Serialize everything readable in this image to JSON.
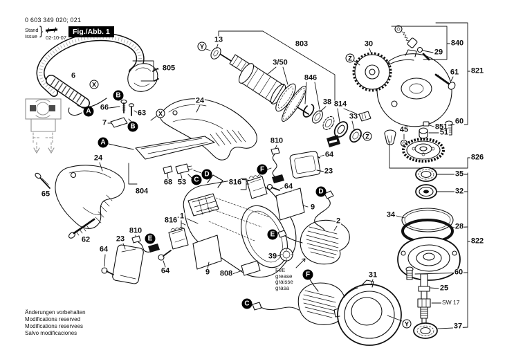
{
  "header": {
    "part_number": "0 603 349 020; 021",
    "stand": "Stand",
    "issue": "Issue",
    "date": "02-10-07",
    "figure_label": "Fig./Abb. 1"
  },
  "footer": {
    "line1": "Änderungen vorbehalten",
    "line2": "Modifications reserved",
    "line3": "Modifications reservees",
    "line4": "Salvo modificaciones"
  },
  "notes": {
    "grease_line1": "Fett",
    "grease_line2": "grease",
    "grease_line3": "graisse",
    "grease_line4": "grasa",
    "wrench_size": "SW 17"
  },
  "colors": {
    "ink": "#111111",
    "background": "#ffffff",
    "figure_box_bg": "#000000",
    "figure_box_text": "#ffffff",
    "schematic_gray": "#8f8f8f"
  },
  "callouts": [
    {
      "label": "805"
    },
    {
      "label": "6"
    },
    {
      "label": "66"
    },
    {
      "label": "63"
    },
    {
      "label": "7"
    },
    {
      "label": "24"
    },
    {
      "label": "24"
    },
    {
      "label": "65"
    },
    {
      "label": "62"
    },
    {
      "label": "804"
    },
    {
      "label": "68"
    },
    {
      "label": "53"
    },
    {
      "label": "1"
    },
    {
      "label": "816"
    },
    {
      "label": "810"
    },
    {
      "label": "23"
    },
    {
      "label": "64"
    },
    {
      "label": "64"
    },
    {
      "label": "9"
    },
    {
      "label": "808"
    },
    {
      "label": "816"
    },
    {
      "label": "64"
    },
    {
      "label": "810"
    },
    {
      "label": "39"
    },
    {
      "label": "2"
    },
    {
      "label": "9"
    },
    {
      "label": "23"
    },
    {
      "label": "64"
    },
    {
      "label": "13"
    },
    {
      "label": "803"
    },
    {
      "label": "3/50"
    },
    {
      "label": "846"
    },
    {
      "label": "38"
    },
    {
      "label": "814"
    },
    {
      "label": "33"
    },
    {
      "label": "30"
    },
    {
      "label": "840"
    },
    {
      "label": "29"
    },
    {
      "label": "821"
    },
    {
      "label": "61"
    },
    {
      "label": "60"
    },
    {
      "label": "851"
    },
    {
      "label": "51"
    },
    {
      "label": "45"
    },
    {
      "label": "826"
    },
    {
      "label": "35"
    },
    {
      "label": "32"
    },
    {
      "label": "34"
    },
    {
      "label": "28"
    },
    {
      "label": "822"
    },
    {
      "label": "60"
    },
    {
      "label": "25"
    },
    {
      "label": "37"
    },
    {
      "label": "31"
    }
  ],
  "markers": [
    {
      "letter": "A"
    },
    {
      "letter": "B"
    },
    {
      "letter": "B"
    },
    {
      "letter": "A"
    },
    {
      "letter": "C"
    },
    {
      "letter": "D"
    },
    {
      "letter": "D"
    },
    {
      "letter": "E"
    },
    {
      "letter": "E"
    },
    {
      "letter": "F"
    },
    {
      "letter": "F"
    },
    {
      "letter": "C"
    },
    {
      "letter": "X"
    },
    {
      "letter": "X"
    },
    {
      "letter": "Y"
    },
    {
      "letter": "Y"
    },
    {
      "letter": "Z"
    },
    {
      "letter": "Z"
    }
  ]
}
